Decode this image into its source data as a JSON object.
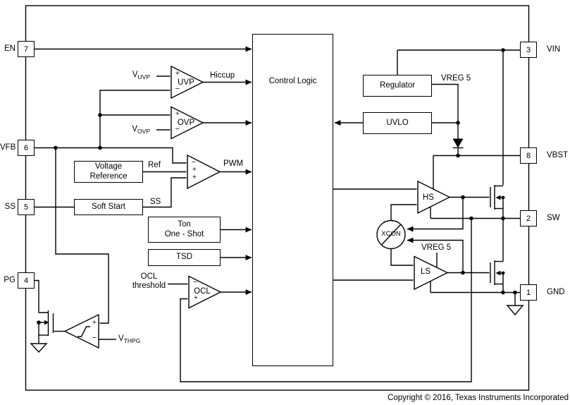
{
  "diagram": {
    "copyright": "Copyright © 2016, Texas Instruments Incorporated"
  },
  "pins": {
    "left": [
      {
        "name": "EN",
        "num": "7"
      },
      {
        "name": "VFB",
        "num": "6"
      },
      {
        "name": "SS",
        "num": "5"
      },
      {
        "name": "PG",
        "num": "4"
      }
    ],
    "right": [
      {
        "name": "VIN",
        "num": "3"
      },
      {
        "name": "VBST",
        "num": "8"
      },
      {
        "name": "SW",
        "num": "2"
      },
      {
        "name": "GND",
        "num": "1"
      }
    ]
  },
  "blocks": {
    "control_logic": "Control Logic",
    "regulator": "Regulator",
    "uvlo": "UVLO",
    "voltage_reference": {
      "line1": "Voltage",
      "line2": "Reference"
    },
    "soft_start": "Soft Start",
    "ton_one_shot": {
      "line1": "Ton",
      "line2": "One - Shot"
    },
    "tsd": "TSD"
  },
  "comparators": {
    "uvp": {
      "name": "UVP",
      "plus": "+",
      "minus": "−"
    },
    "ovp": {
      "name": "OVP",
      "plus": "+",
      "minus": "−"
    },
    "pwm": {
      "minus": "−",
      "plus1": "+",
      "plus2": "+"
    },
    "ocl": {
      "name": "OCL",
      "minus": "−",
      "plus": "+"
    },
    "pg": {
      "plus": "+",
      "minus": "−"
    }
  },
  "drivers": {
    "hs": "HS",
    "ls": "LS",
    "xcon": "XCON"
  },
  "signals": {
    "vuvp": {
      "base": "V",
      "sub": "UVP"
    },
    "vovp": {
      "base": "V",
      "sub": "OVP"
    },
    "vthpg": {
      "base": "V",
      "sub": "THPG"
    },
    "hiccup": "Hiccup",
    "ref": "Ref",
    "pwm": "PWM",
    "ss": "SS",
    "ocl_threshold": {
      "line1": "OCL",
      "line2": "threshold"
    },
    "vreg5": "VREG 5"
  },
  "colors": {
    "ink": "#000000",
    "background": "#ffffff"
  }
}
